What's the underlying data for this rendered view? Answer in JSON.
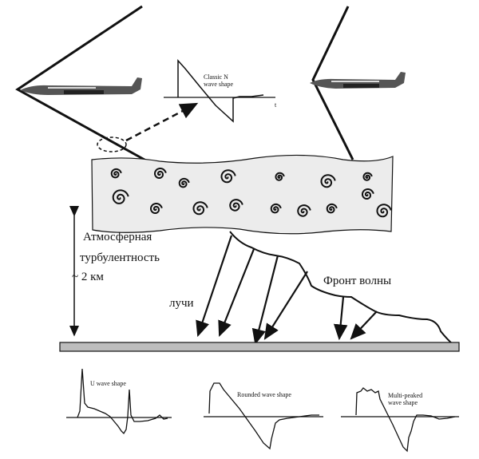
{
  "labels": {
    "n_wave": [
      "Classic N",
      "wave shape"
    ],
    "t_axis": "t",
    "turbulence": [
      "Атмосферная",
      "турбулентность"
    ],
    "height": "~ 2 км",
    "rays": "лучи",
    "wavefront": "Фронт волны",
    "u_wave": "U wave shape",
    "rounded_wave": "Rounded wave shape",
    "multi_wave": [
      "Multi-peaked",
      "wave shape"
    ]
  },
  "colors": {
    "band": "#ececec",
    "ground": "#bdbdbd",
    "ink": "#111111"
  }
}
